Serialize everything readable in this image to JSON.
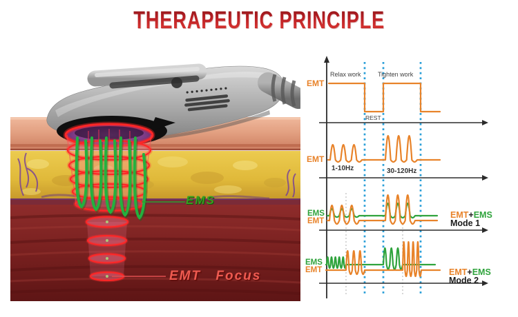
{
  "title": "THERAPEUTIC PRINCIPLE",
  "colors": {
    "title_red": "#b5211f",
    "wave_orange": "#e8832a",
    "wave_green": "#2fa33c",
    "grid_blue": "#2a9fd8",
    "grid_gray": "#bcbcbc",
    "axis_black": "#2b2b2b",
    "ems_label_green": "#37a01f",
    "emt_focus_red": "#ee5a50",
    "ring_red": "#ff2626"
  },
  "illustration": {
    "ems": "EMS",
    "emt_focus": "EMT Focus"
  },
  "panel": {
    "chart1": {
      "y_label": "EMT",
      "relax": "Relax work",
      "tighten": "Tighten work",
      "rest": "REST"
    },
    "chart2": {
      "y_label": "EMT",
      "f1": "1-10Hz",
      "f2": "30-120Hz"
    },
    "chart3": {
      "y_label_top": "EMS",
      "y_label_bottom": "EMT",
      "legend_emt": "EMT",
      "legend_plus": "+",
      "legend_ems": "EMS",
      "mode": "Mode 1"
    },
    "chart4": {
      "y_label_top": "EMS",
      "y_label_bottom": "EMT",
      "legend_emt": "EMT",
      "legend_plus": "+",
      "legend_ems": "EMS",
      "mode": "Mode 2"
    }
  },
  "chart_data": [
    {
      "type": "line",
      "title": "EMT work/rest square cycle",
      "series": [
        {
          "name": "EMT",
          "shape": "square",
          "phases": [
            {
              "label": "Relax work",
              "level": "high",
              "x": [
                476,
                528
              ]
            },
            {
              "label": "REST",
              "level": "low",
              "x": [
                528,
                555
              ]
            },
            {
              "label": "Tighten work",
              "level": "high",
              "x": [
                555,
                609
              ]
            },
            {
              "label": "",
              "level": "low",
              "x": [
                609,
                637
              ]
            }
          ]
        }
      ],
      "legend_position": "left",
      "grid": "blue dashed verticals at 528,555,609"
    },
    {
      "type": "line",
      "title": "EMT frequency bursts",
      "series": [
        {
          "name": "EMT",
          "shape": "sine",
          "bursts": [
            {
              "label": "1-10Hz",
              "cycles": 3,
              "amplitude": "small"
            },
            {
              "label": "30-120Hz",
              "cycles": 3,
              "amplitude": "large"
            }
          ]
        }
      ]
    },
    {
      "type": "line",
      "title": "Mode 1 simultaneous EMT+EMS",
      "series": [
        {
          "name": "EMS",
          "shape": "sine",
          "sync": "with EMT"
        },
        {
          "name": "EMT",
          "shape": "sine",
          "sync": "with EMS"
        }
      ],
      "annotation": "EMT+EMS Mode 1"
    },
    {
      "type": "line",
      "title": "Mode 2 alternating EMT+EMS",
      "series": [
        {
          "name": "EMS",
          "shape": "sine",
          "sync": "alternates"
        },
        {
          "name": "EMT",
          "shape": "sine",
          "sync": "alternates"
        }
      ],
      "annotation": "EMT+EMS Mode 2"
    }
  ],
  "waves": [
    {
      "id": "w1",
      "series": [
        {
          "name": "emt-square-wave",
          "color": "#e8832a",
          "w": 2.2,
          "segs": [
            [
              "M",
              476,
              121
            ],
            [
              "L",
              528,
              121
            ],
            [
              "L",
              528,
              162
            ],
            [
              "L",
              555,
              162
            ],
            [
              "L",
              555,
              121
            ],
            [
              "L",
              609,
              121
            ],
            [
              "L",
              609,
              162
            ],
            [
              "L",
              637,
              162
            ]
          ]
        }
      ]
    },
    {
      "id": "w2",
      "series": [
        {
          "name": "emt-sine-wave",
          "color": "#e8832a",
          "w": 2.2,
          "segs": [
            [
              "M",
              475,
              232
            ],
            [
              "L",
              478,
              232
            ],
            [
              "sine",
              478,
              524,
              232,
              22,
              3,
              3
            ],
            [
              "L",
              558,
              232
            ],
            [
              "sine",
              558,
              604,
              232,
              35,
              3,
              3
            ],
            [
              "L",
              637,
              232
            ]
          ]
        }
      ]
    },
    {
      "id": "w3",
      "series": [
        {
          "name": "ems-wave-mode1",
          "color": "#2fa33c",
          "w": 2.2,
          "segs": [
            [
              "M",
              474,
              313
            ],
            [
              "L",
              477,
              313
            ],
            [
              "sine",
              477,
              520,
              313,
              10,
              2,
              3
            ],
            [
              "L",
              558,
              313
            ],
            [
              "sine",
              558,
              601,
              313,
              18,
              3,
              3
            ],
            [
              "L",
              633,
              313
            ]
          ]
        },
        {
          "name": "emt-wave-mode1",
          "color": "#e8832a",
          "w": 2.2,
          "segs": [
            [
              "M",
              474,
              320
            ],
            [
              "L",
              477,
              320
            ],
            [
              "sine",
              477,
              520,
              320,
              22,
              5,
              3
            ],
            [
              "L",
              558,
              320
            ],
            [
              "sine",
              558,
              601,
              320,
              37,
              5,
              3
            ],
            [
              "L",
              633,
              320
            ]
          ]
        }
      ]
    },
    {
      "id": "w4",
      "series": [
        {
          "name": "ems-wave-mode2",
          "color": "#2fa33c",
          "w": 2.2,
          "segs": [
            [
              "M",
              472,
              384
            ],
            [
              "sine",
              473,
              501,
              384,
              11,
              5,
              5
            ],
            [
              "L",
              555,
              384
            ],
            [
              "sine",
              555,
              583,
              384,
              24,
              7,
              3
            ],
            [
              "L",
              630,
              384
            ]
          ]
        },
        {
          "name": "emt-wave-mode2",
          "color": "#e8832a",
          "w": 2.2,
          "segs": [
            [
              "M",
              472,
              392
            ],
            [
              "L",
              501,
              392
            ],
            [
              "sine",
              501,
              528,
              392,
              28,
              6,
              3
            ],
            [
              "L",
              583,
              392
            ],
            [
              "sine",
              583,
              610,
              392,
              41,
              9,
              4
            ],
            [
              "L",
              637,
              392
            ]
          ]
        }
      ]
    }
  ]
}
